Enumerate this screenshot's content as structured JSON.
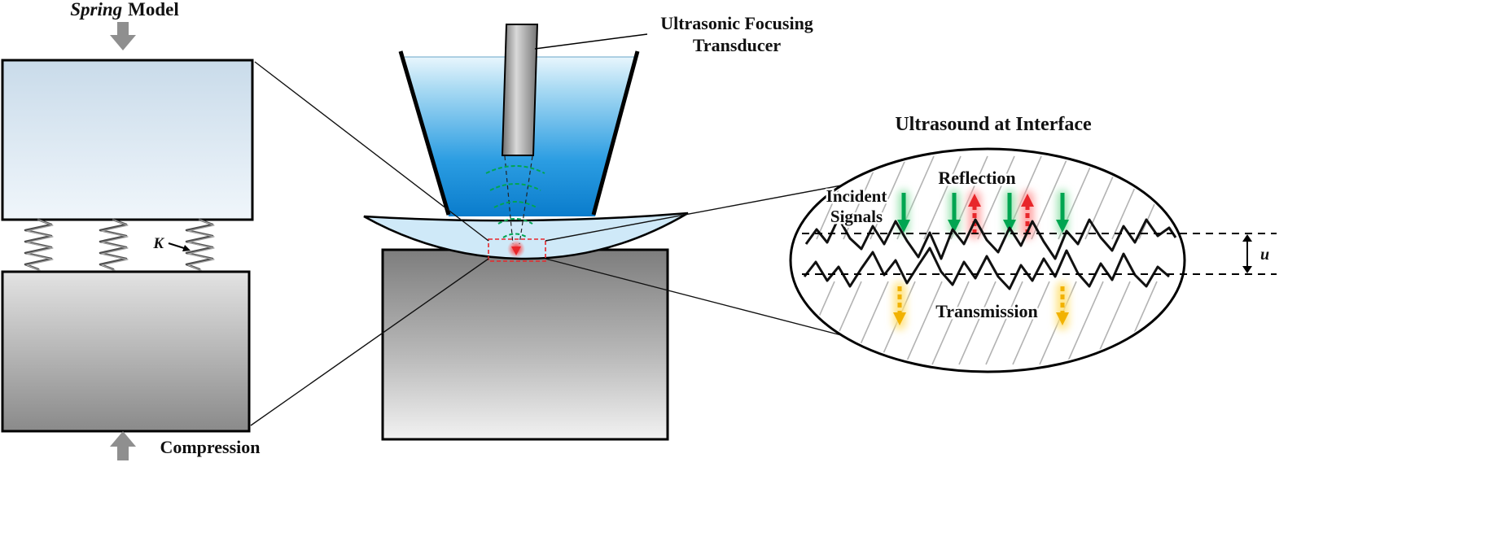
{
  "spring_model": {
    "title_italic": "Spring",
    "title_regular": "Model",
    "stiffness_label": "K",
    "compression_label": "Compression"
  },
  "transducer_setup": {
    "label_line1": "Ultrasonic Focusing",
    "label_line2": "Transducer"
  },
  "interface_view": {
    "title": "Ultrasound at Interface",
    "incident_label_line1": "Incident",
    "incident_label_line2": "Signals",
    "reflection_label": "Reflection",
    "transmission_label": "Transmission",
    "gap_label": "u"
  },
  "colors": {
    "incident_green": "#00A551",
    "reflection_red": "#E8262A",
    "transmission_yellow": "#F2B200",
    "water_blue": "#0B82D6",
    "focus_red": "#FF2020",
    "block_blue_light": "#D9E9F5",
    "metal_gray": "#9A9A9A"
  }
}
